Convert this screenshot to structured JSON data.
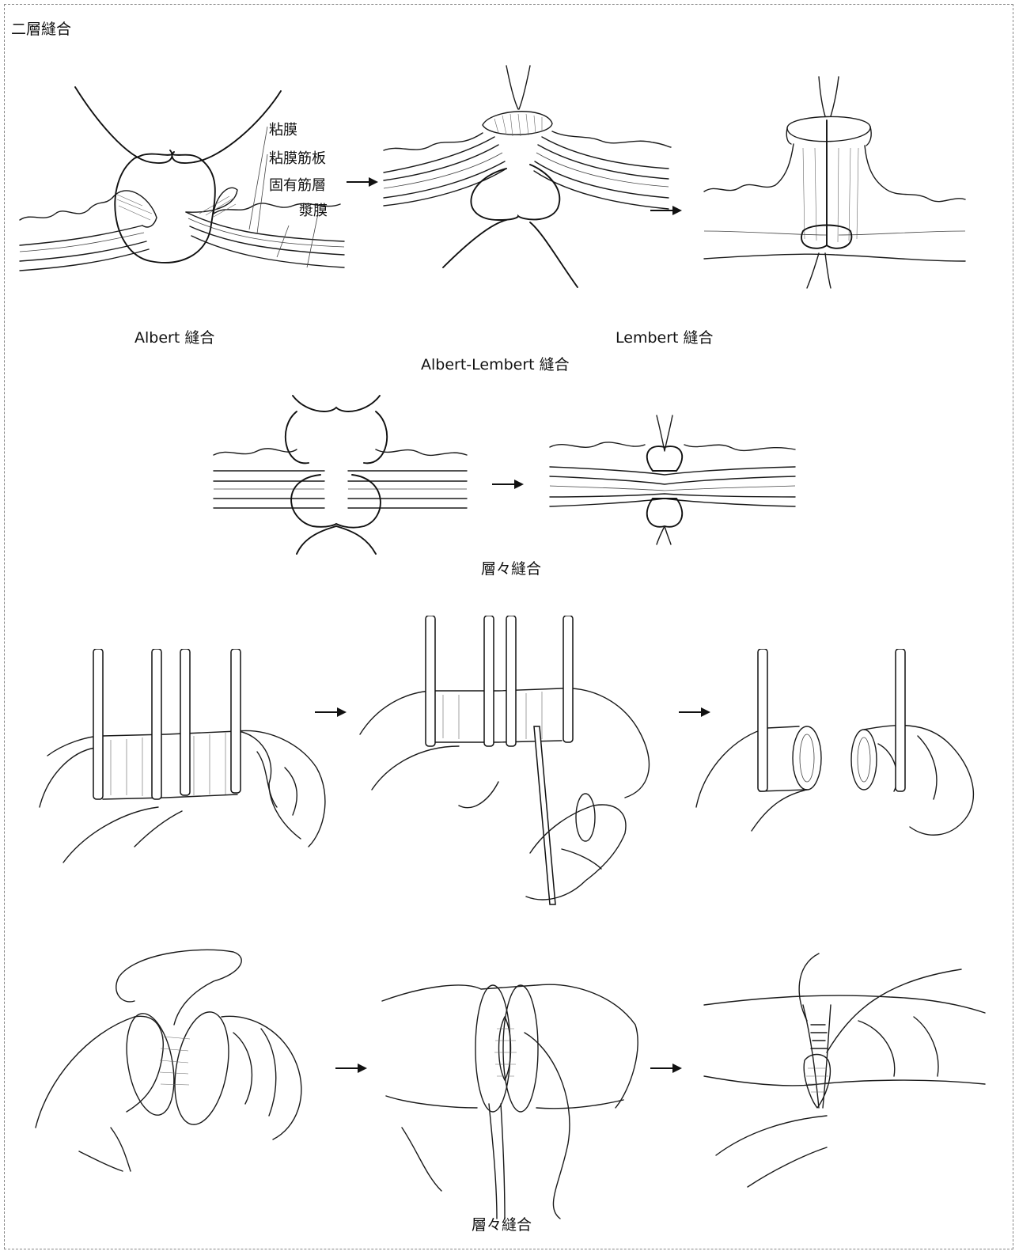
{
  "page_title": "二層縫合",
  "section1": {
    "layers": [
      "粘膜",
      "粘膜筋板",
      "固有筋層",
      "漿膜"
    ],
    "caption_left": "Albert 縫合",
    "caption_right": "Lembert 縫合",
    "caption_main": "Albert-Lembert 縫合"
  },
  "section2": {
    "caption": "層々縫合"
  },
  "section4": {
    "caption": "層々縫合"
  },
  "colors": {
    "line": "#111111",
    "background": "#ffffff"
  }
}
